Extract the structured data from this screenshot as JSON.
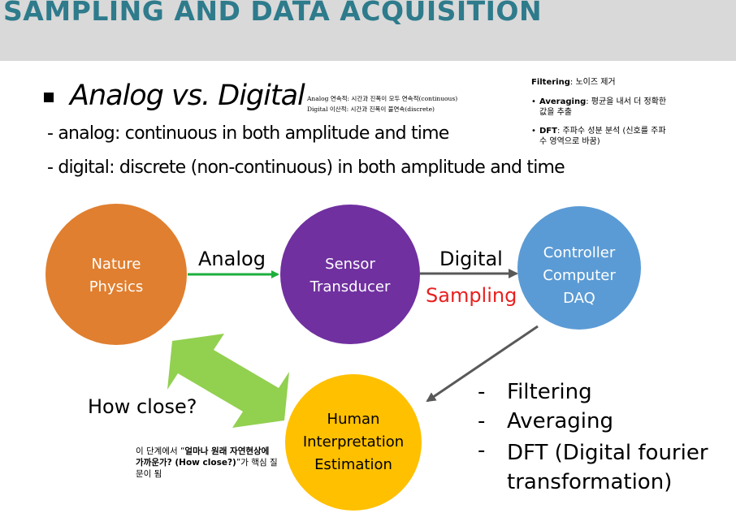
{
  "header": {
    "title": "SAMPLING AND DATA ACQUISITION"
  },
  "heading": {
    "title": "Analog vs. Digital",
    "note_lines": [
      "Analog  연속적: 시간과 진폭이 모두 연속적(continuous)",
      "Digital  이산적: 시간과 진폭이 불연속(discrete)"
    ]
  },
  "lines": [
    "- analog: continuous in both amplitude and time",
    "- digital: discrete (non-continuous) in both amplitude and time"
  ],
  "side_note": {
    "title_bold": "Filtering",
    "title_rest": ": 노이즈 제거",
    "items": [
      {
        "bold": "Averaging",
        "rest": ": 평균을 내서 더 정확한 값을 추출"
      },
      {
        "bold": "DFT",
        "rest": ": 주파수 성분 분석 (신호를 주파수 영역으로 바꿈)"
      }
    ]
  },
  "nodes": {
    "nature": {
      "lines": [
        "Nature",
        "Physics"
      ],
      "color": "#e07f2f"
    },
    "sensor": {
      "lines": [
        "Sensor",
        "Transducer"
      ],
      "color": "#7030a0"
    },
    "controller": {
      "lines": [
        "Controller",
        "Computer",
        "DAQ"
      ],
      "color": "#5b9bd5"
    },
    "human": {
      "lines": [
        "Human",
        "Interpretation",
        "Estimation"
      ],
      "color": "#ffc000"
    }
  },
  "edges": {
    "analog": {
      "label": "Analog",
      "color": "#1daf3c"
    },
    "digital": {
      "label": "Digital",
      "color": "#595959"
    },
    "sampling": {
      "label": "Sampling",
      "color": "#e8201f"
    },
    "howclose": {
      "label": "How close?",
      "color": "#92d050"
    }
  },
  "process_list": [
    {
      "dash": "-",
      "text": "Filtering"
    },
    {
      "dash": "-",
      "text": "Averaging"
    },
    {
      "dash": "-",
      "text": "DFT (Digital fourier transformation)"
    }
  ],
  "bottom_note": {
    "pre": "이 단계에서 “",
    "bold": "얼마나 원래 자연현상에 가까운가? (How close?)",
    "post": "”가 핵심 질문이 됨"
  }
}
